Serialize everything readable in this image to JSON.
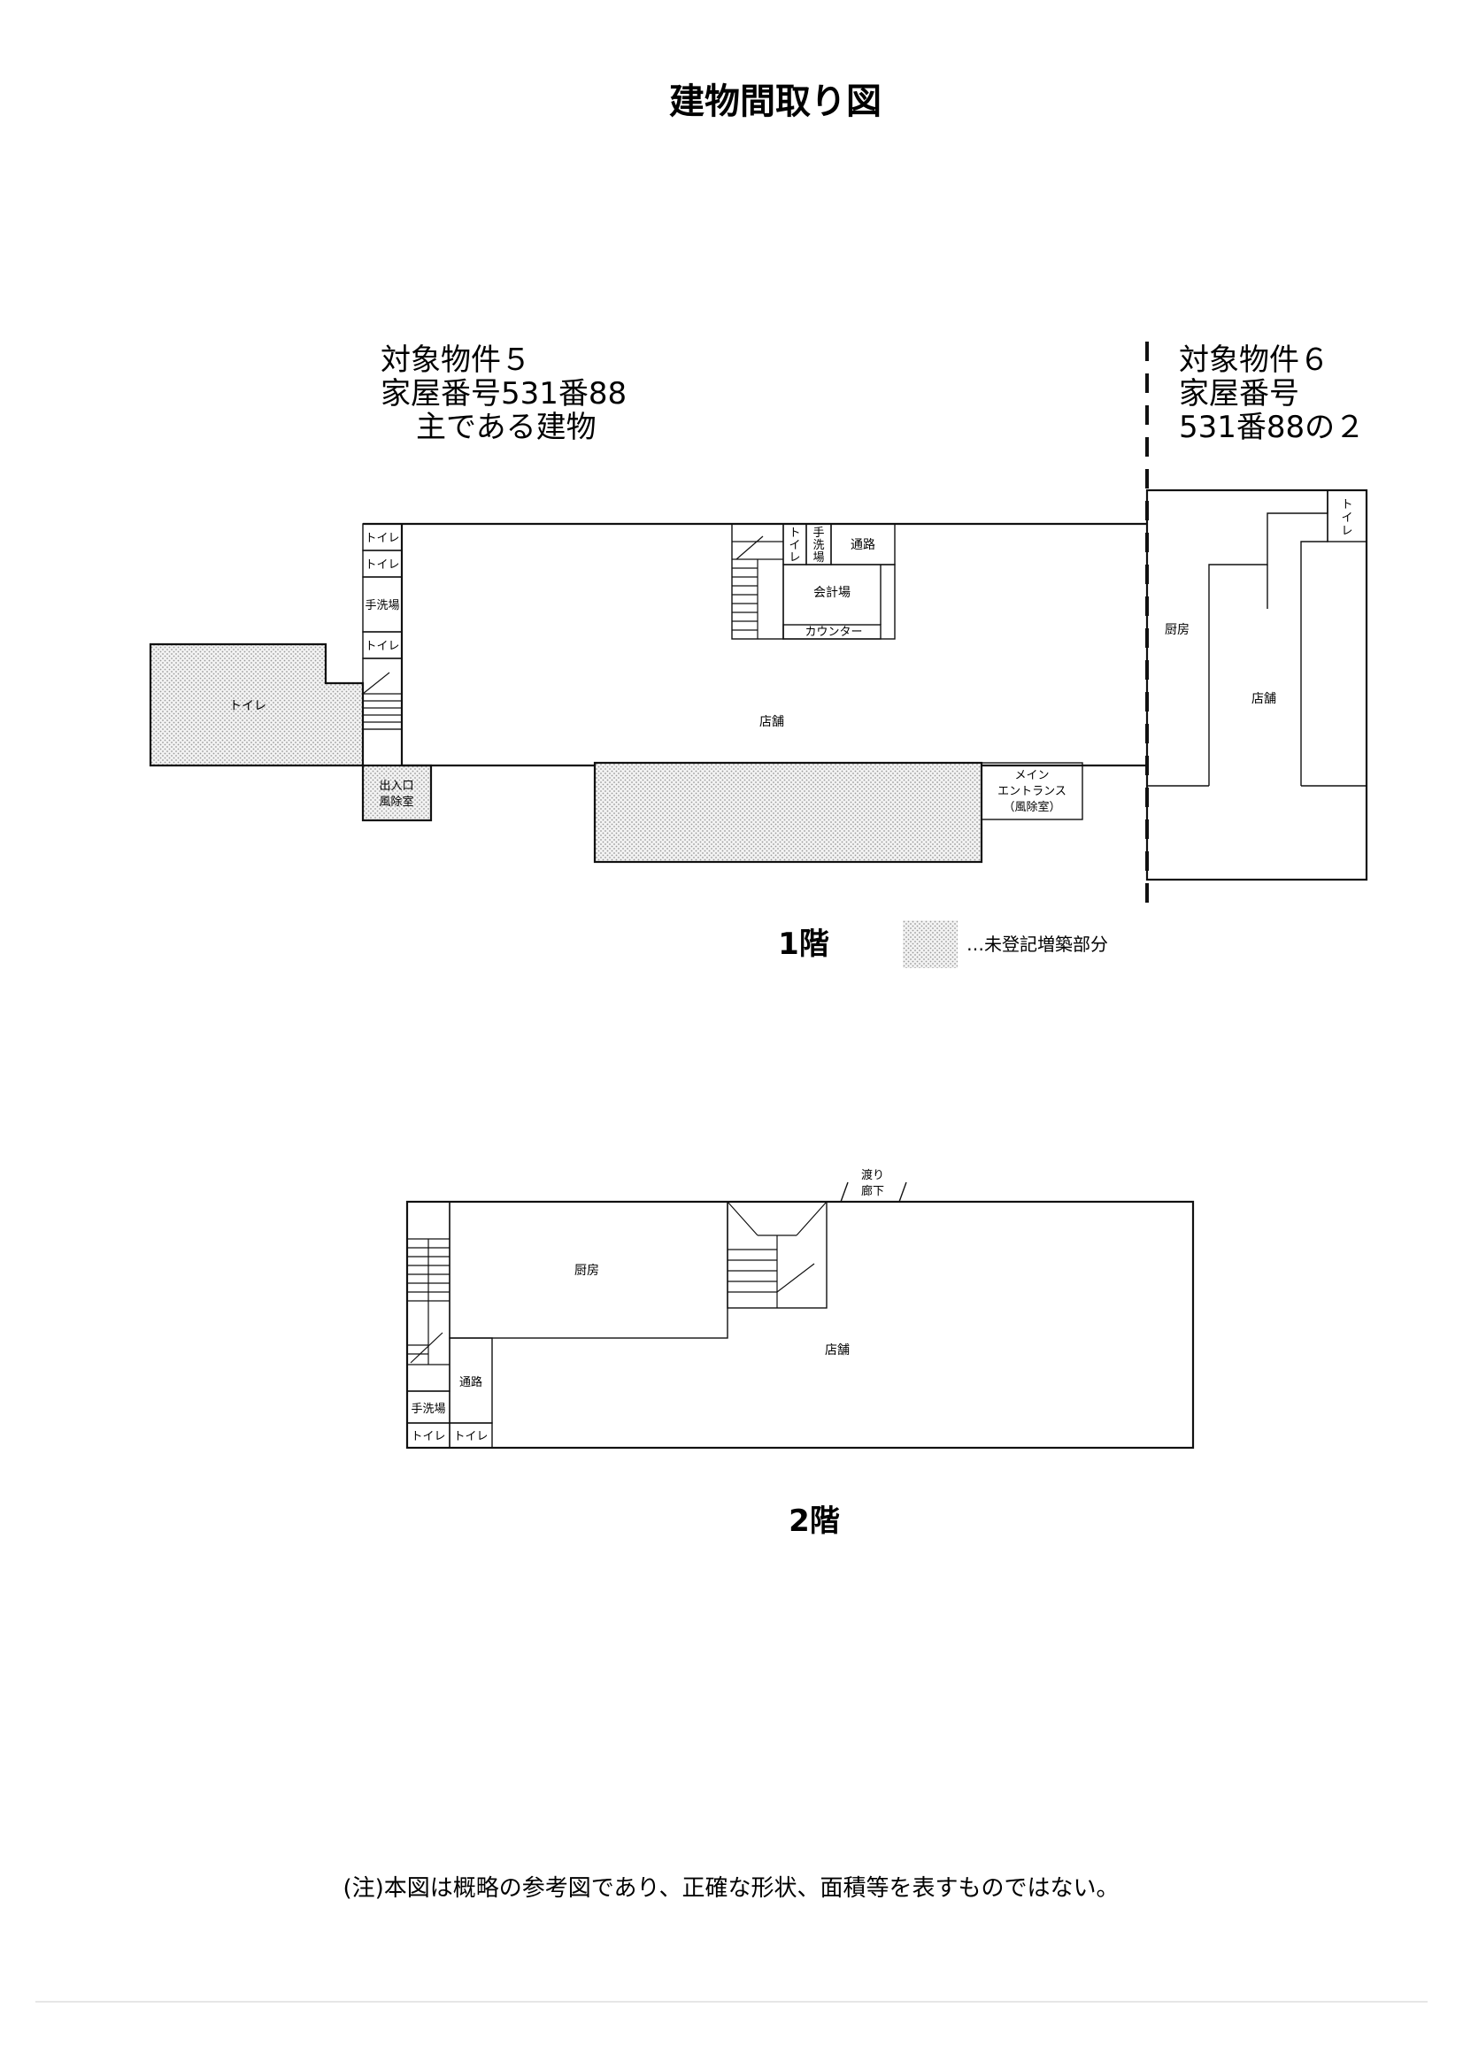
{
  "title": "建物間取り図",
  "property5": {
    "line1": "対象物件５",
    "line2": "家屋番号531番88",
    "line3": "主である建物"
  },
  "property6": {
    "line1": "対象物件６",
    "line2": "家屋番号",
    "line3": "531番88の２"
  },
  "floor1": {
    "label": "1階",
    "rooms": {
      "toilet_a": "トイレ",
      "toilet_b": "トイレ",
      "washroom": "手洗場",
      "toilet_c": "トイレ",
      "toilet_ext": "トイレ",
      "entrance_1": "出入口",
      "entrance_2": "風除室",
      "store": "店舗",
      "toilet_v1": "ト",
      "toilet_v2": "イ",
      "toilet_v3": "レ",
      "wash_v1": "手",
      "wash_v2": "洗",
      "wash_v3": "場",
      "passage": "通路",
      "checkout": "会計場",
      "counter": "カウンター",
      "main_1": "メイン",
      "main_2": "エントランス",
      "main_3": "（風除室）",
      "kitchen6": "厨房",
      "store6": "店舗",
      "toilet6_1": "ト",
      "toilet6_2": "イ",
      "toilet6_3": "レ"
    },
    "legend": "…未登記増築部分"
  },
  "floor2": {
    "label": "2階",
    "rooms": {
      "kitchen": "厨房",
      "store": "店舗",
      "corridor_1": "渡り",
      "corridor_2": "廊下",
      "passage": "通路",
      "washroom": "手洗場",
      "toilet_a": "トイレ",
      "toilet_b": "トイレ"
    }
  },
  "note": "(注)本図は概略の参考図であり、正確な形状、面積等を表すものではない。",
  "colors": {
    "line": "#111111",
    "hatch_dot": "#9a9a9a",
    "background": "#ffffff"
  }
}
